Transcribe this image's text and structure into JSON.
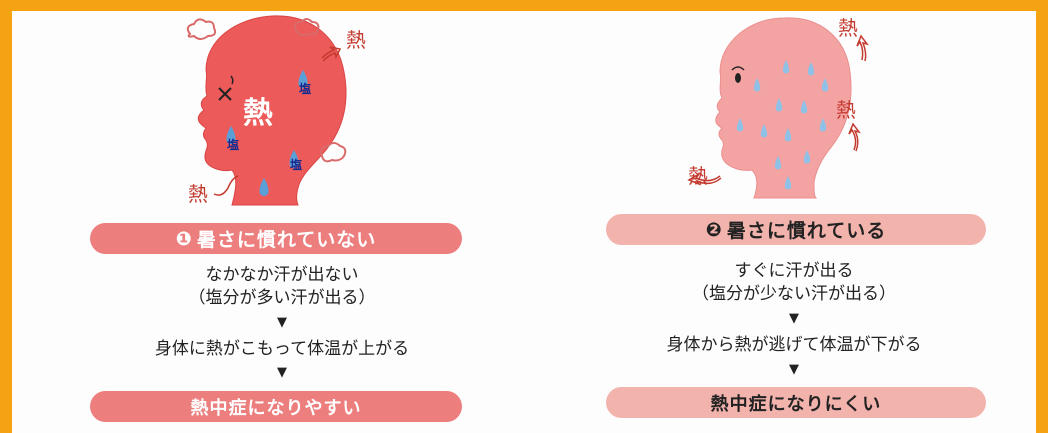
{
  "left": {
    "head_label": "熱",
    "salt_label": "塩",
    "heat_word": "熱",
    "title_number": "❶",
    "title": "暑さに慣れていない",
    "line1": "なかなか汗が出ない",
    "line2": "（塩分が多い汗が出る）",
    "arrow1": "▼",
    "line3": "身体に熱がこもって体温が上がる",
    "arrow2": "▼",
    "result": "熱中症になりやすい"
  },
  "right": {
    "heat_word": "熱",
    "title_number": "❷",
    "title": "暑さに慣れている",
    "line1": "すぐに汗が出る",
    "line2": "（塩分が少ない汗が出る）",
    "arrow1": "▼",
    "line3": "身体から熱が逃げて体温が下がる",
    "arrow2": "▼",
    "result": "熱中症になりにくい"
  },
  "colors": {
    "frame": "#f5a312",
    "left_head": "#ec5a5a",
    "right_head": "#f4a3a3",
    "pill_left": "#ec7e7e",
    "pill_right": "#f3b3ad",
    "sweat": "#5aa0d8",
    "heat_text": "#c43a2e"
  }
}
